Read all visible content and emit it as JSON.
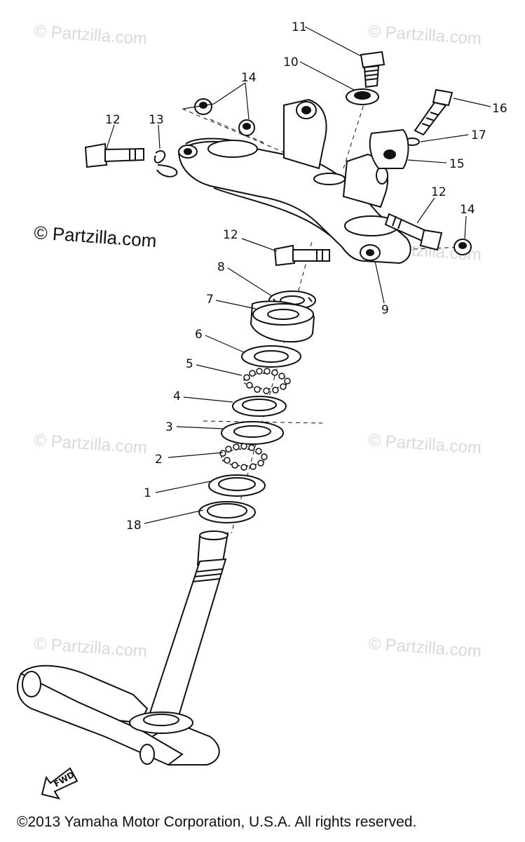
{
  "watermarks": {
    "faint": "© Partzilla.com",
    "prominent": "© Partzilla.com"
  },
  "callouts": {
    "p1": "1",
    "p2": "2",
    "p3": "3",
    "p4": "4",
    "p5": "5",
    "p6": "6",
    "p7": "7",
    "p8": "8",
    "p9": "9",
    "p10": "10",
    "p11": "11",
    "p12": "12",
    "p13": "13",
    "p14": "14",
    "p15": "15",
    "p16": "16",
    "p17": "17",
    "p18": "18"
  },
  "direction_arrow": {
    "label": "FWD"
  },
  "footer": {
    "copyright": "©2013  Yamaha Motor Corporation, U.S.A. All rights reserved."
  },
  "colors": {
    "ink": "#111111",
    "watermark": "#d9d9d9",
    "background": "#ffffff"
  }
}
